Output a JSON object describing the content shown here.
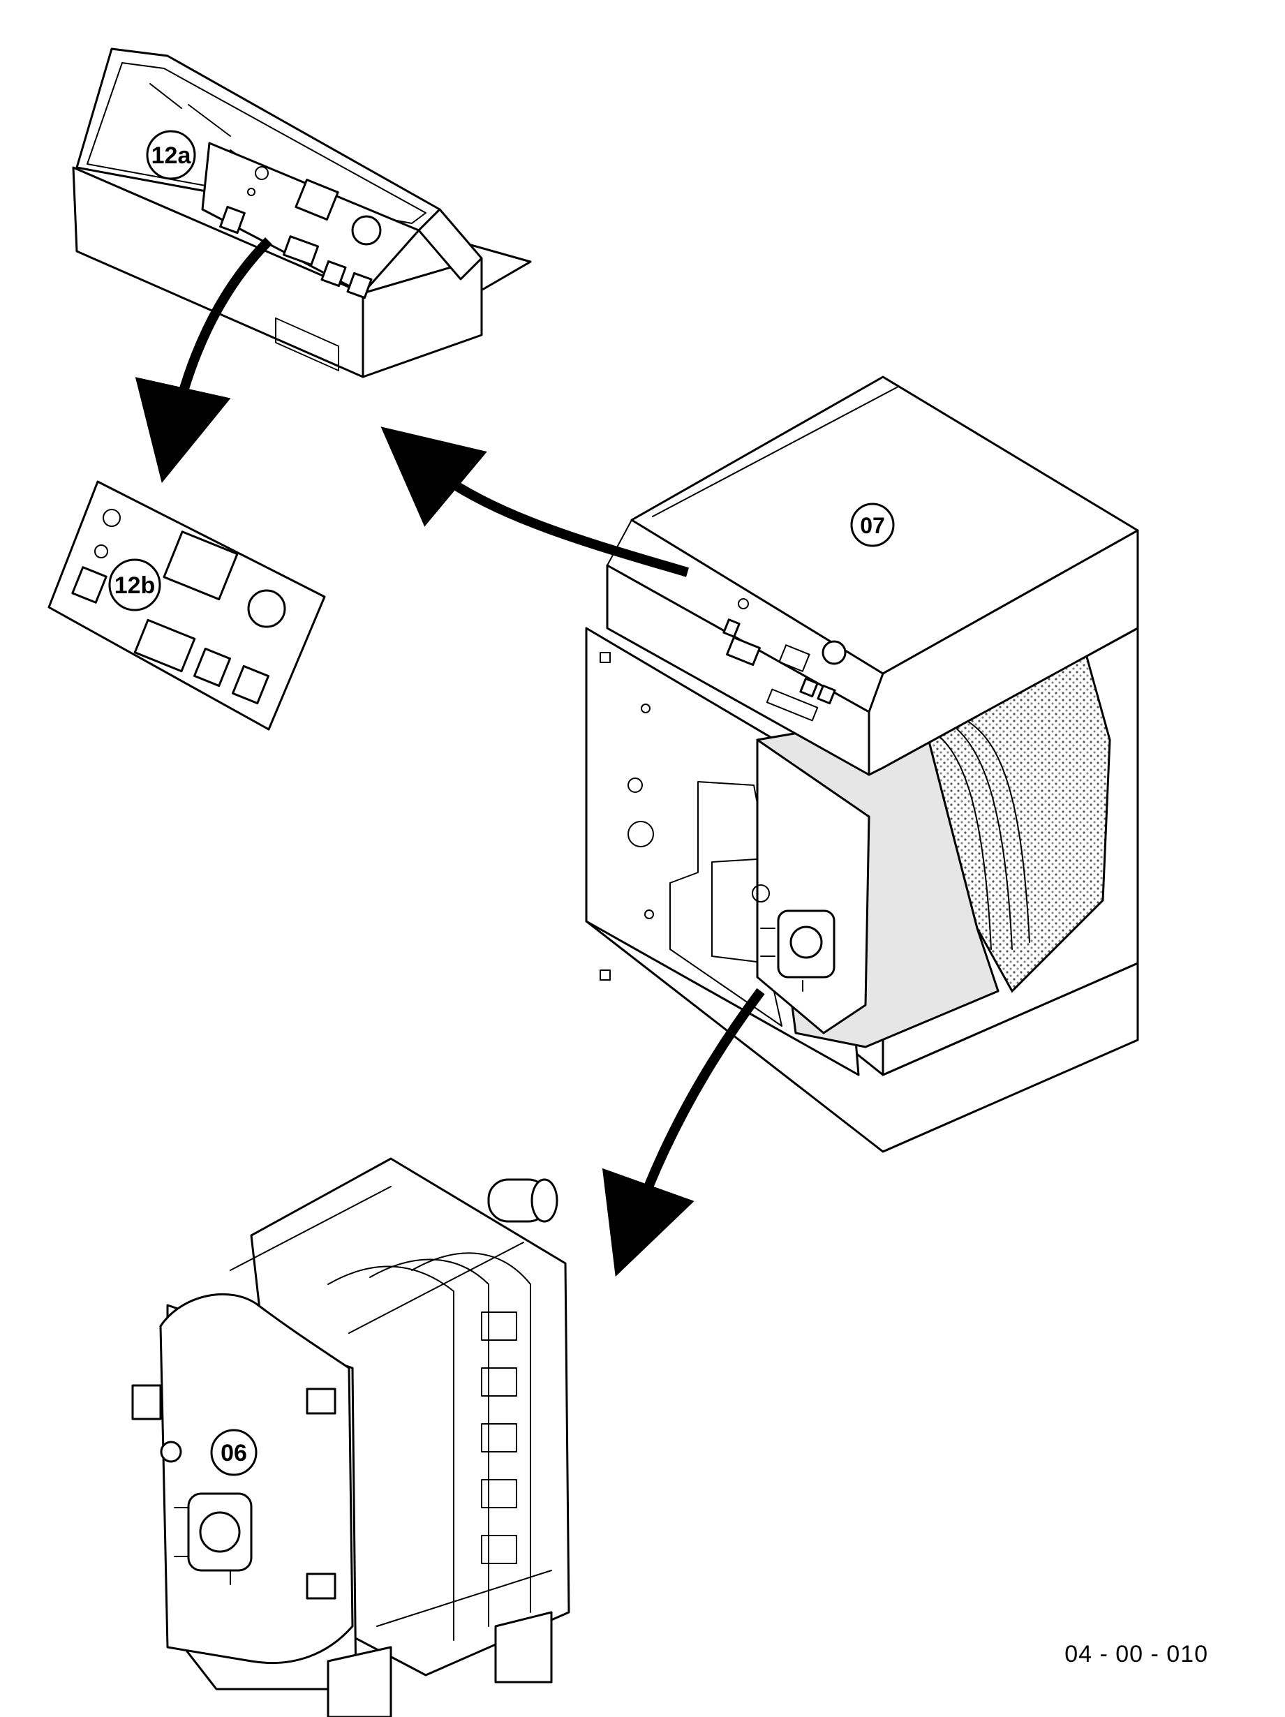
{
  "callouts": {
    "control_panel_assembled": "12a",
    "control_panel_plate": "12b",
    "boiler_casing": "07",
    "heat_exchanger_body": "06"
  },
  "drawing_code": "04 - 00 - 010",
  "colors": {
    "line": "#000000",
    "background": "#ffffff",
    "insulation": "#bdbdbd"
  }
}
